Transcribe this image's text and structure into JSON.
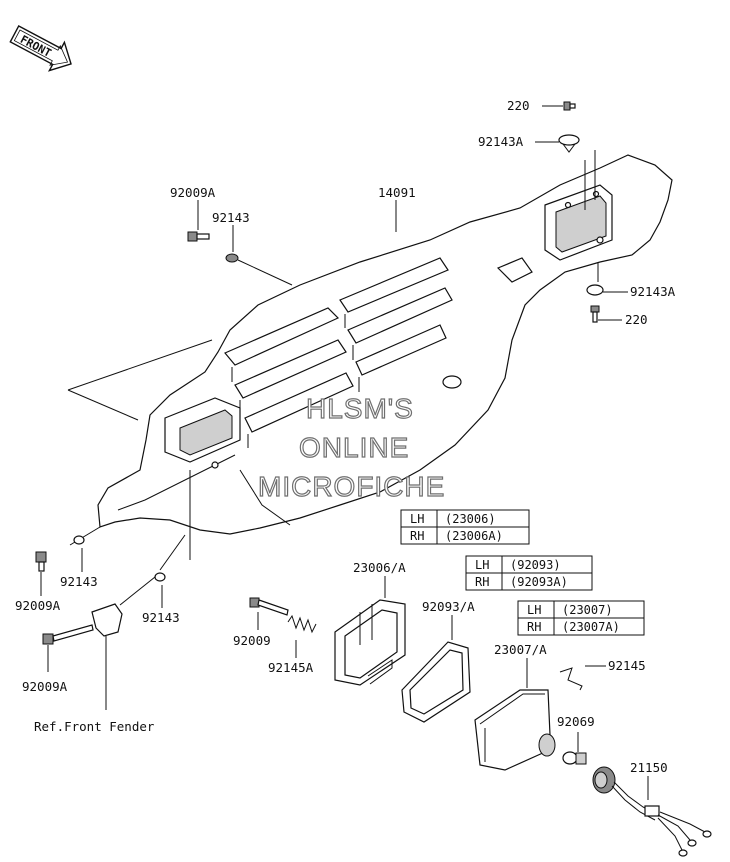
{
  "front_arrow": {
    "text": "FRONT"
  },
  "labels": {
    "bolt_220_top": "220",
    "nut_92143A_top": "92143A",
    "bolt_92009A_top": "92009A",
    "collar_92143_top": "92143",
    "case_14091": "14091",
    "nut_92143A_right": "92143A",
    "bolt_220_right": "220",
    "washer_92143_left": "92143",
    "bolt_92009A_left": "92009A",
    "washer_92143_mid": "92143",
    "bolt_92009A_bottom": "92009A",
    "ref_front_fender": "Ref.Front Fender",
    "frame_23006": "23006/A",
    "bolt_92009": "92009",
    "spring_92145A": "92145A",
    "gasket_92093": "92093/A",
    "lens_23007": "23007/A",
    "spring_92145": "92145",
    "bulb_92069": "92069",
    "socket_21150": "21150"
  },
  "tables": [
    {
      "rows": [
        {
          "side": "LH",
          "part": "(23006)"
        },
        {
          "side": "RH",
          "part": "(23006A)"
        }
      ]
    },
    {
      "rows": [
        {
          "side": "LH",
          "part": "(92093)"
        },
        {
          "side": "RH",
          "part": "(92093A)"
        }
      ]
    },
    {
      "rows": [
        {
          "side": "LH",
          "part": "(23007)"
        },
        {
          "side": "RH",
          "part": "(23007A)"
        }
      ]
    }
  ],
  "watermark": {
    "line1": "HLSM'S",
    "line2": "ONLINE",
    "line3": "MICROFICHE"
  }
}
